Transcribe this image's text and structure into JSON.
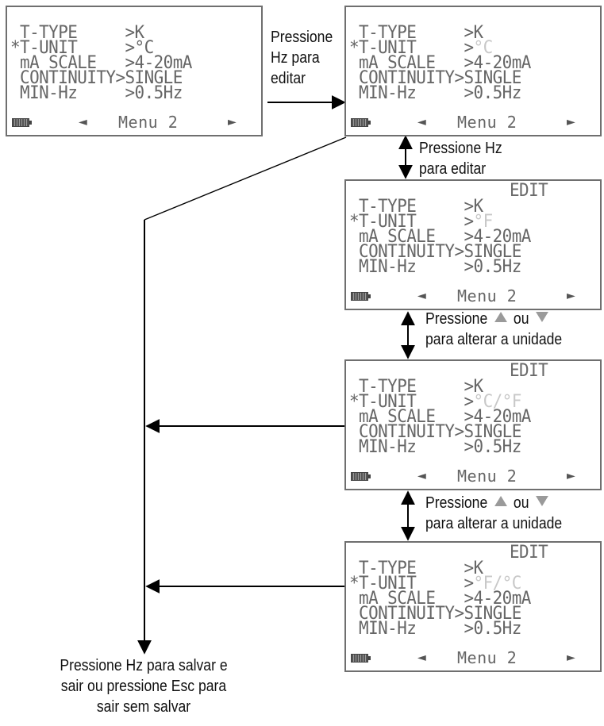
{
  "screens": [
    {
      "edit": "",
      "rows": [
        {
          "marker": " ",
          "label": "T-TYPE     ",
          "sep": ">",
          "value": "K",
          "value_faint": false
        },
        {
          "marker": "*",
          "label": "T-UNIT     ",
          "sep": ">",
          "value": "°C",
          "value_faint": false
        },
        {
          "marker": " ",
          "label": "mA SCALE   ",
          "sep": ">",
          "value": "4-20mA",
          "value_faint": false
        },
        {
          "marker": " ",
          "label": "CONTINUITY",
          "sep": ">",
          "value": "SINGLE",
          "value_faint": false
        },
        {
          "marker": " ",
          "label": "MIN-Hz     ",
          "sep": ">",
          "value": "0.5Hz",
          "value_faint": false
        }
      ],
      "menu": "Menu 2"
    },
    {
      "edit": "",
      "rows": [
        {
          "marker": " ",
          "label": "T-TYPE     ",
          "sep": ">",
          "value": "K",
          "value_faint": false
        },
        {
          "marker": "*",
          "label": "T-UNIT     ",
          "sep": ">",
          "value": "°C",
          "value_faint": true
        },
        {
          "marker": " ",
          "label": "mA SCALE   ",
          "sep": ">",
          "value": "4-20mA",
          "value_faint": false
        },
        {
          "marker": " ",
          "label": "CONTINUITY",
          "sep": ">",
          "value": "SINGLE",
          "value_faint": false
        },
        {
          "marker": " ",
          "label": "MIN-Hz     ",
          "sep": ">",
          "value": "0.5Hz",
          "value_faint": false
        }
      ],
      "menu": "Menu 2"
    },
    {
      "edit": "EDIT",
      "rows": [
        {
          "marker": " ",
          "label": "T-TYPE     ",
          "sep": ">",
          "value": "K",
          "value_faint": false
        },
        {
          "marker": "*",
          "label": "T-UNIT     ",
          "sep": ">",
          "value": "°F",
          "value_faint": true
        },
        {
          "marker": " ",
          "label": "mA SCALE   ",
          "sep": ">",
          "value": "4-20mA",
          "value_faint": false
        },
        {
          "marker": " ",
          "label": "CONTINUITY",
          "sep": ">",
          "value": "SINGLE",
          "value_faint": false
        },
        {
          "marker": " ",
          "label": "MIN-Hz     ",
          "sep": ">",
          "value": "0.5Hz",
          "value_faint": false
        }
      ],
      "menu": "Menu 2"
    },
    {
      "edit": "EDIT",
      "rows": [
        {
          "marker": " ",
          "label": "T-TYPE     ",
          "sep": ">",
          "value": "K",
          "value_faint": false
        },
        {
          "marker": "*",
          "label": "T-UNIT     ",
          "sep": ">",
          "value": "°C/°F",
          "value_faint": true
        },
        {
          "marker": " ",
          "label": "mA SCALE   ",
          "sep": ">",
          "value": "4-20mA",
          "value_faint": false
        },
        {
          "marker": " ",
          "label": "CONTINUITY",
          "sep": ">",
          "value": "SINGLE",
          "value_faint": false
        },
        {
          "marker": " ",
          "label": "MIN-Hz     ",
          "sep": ">",
          "value": "0.5Hz",
          "value_faint": false
        }
      ],
      "menu": "Menu 2"
    },
    {
      "edit": "EDIT",
      "rows": [
        {
          "marker": " ",
          "label": "T-TYPE     ",
          "sep": ">",
          "value": "K",
          "value_faint": false
        },
        {
          "marker": "*",
          "label": "T-UNIT     ",
          "sep": ">",
          "value": "°F/°C",
          "value_faint": true
        },
        {
          "marker": " ",
          "label": "mA SCALE   ",
          "sep": ">",
          "value": "4-20mA",
          "value_faint": false
        },
        {
          "marker": " ",
          "label": "CONTINUITY",
          "sep": ">",
          "value": "SINGLE",
          "value_faint": false
        },
        {
          "marker": " ",
          "label": "MIN-Hz     ",
          "sep": ">",
          "value": "0.5Hz",
          "value_faint": false
        }
      ],
      "menu": "Menu 2"
    }
  ],
  "captions": {
    "edit_right": [
      "Pressione",
      "Hz para",
      "editar"
    ],
    "edit_down": [
      "Pressione Hz",
      "para editar"
    ],
    "change_unit_1": {
      "prefix": "Pressione",
      "middle": "ou",
      "line2": "para alterar a unidade"
    },
    "change_unit_2": {
      "prefix": "Pressione",
      "middle": "ou",
      "line2": "para alterar a unidade"
    },
    "save_exit": [
      "Pressione Hz para salvar e",
      "sair ou pressione Esc para",
      "sair sem salvar"
    ]
  },
  "icons": {
    "battery": "battery-icon",
    "nav_left": "nav-left-arrow-icon",
    "nav_right": "nav-right-arrow-icon",
    "up_key": "up-triangle-icon",
    "down_key": "down-triangle-icon"
  },
  "colors": {
    "lcd_text": "#666666",
    "lcd_faint_value": "#c8c8c8",
    "key_triangle": "#9a9a9a",
    "line": "#000000"
  }
}
